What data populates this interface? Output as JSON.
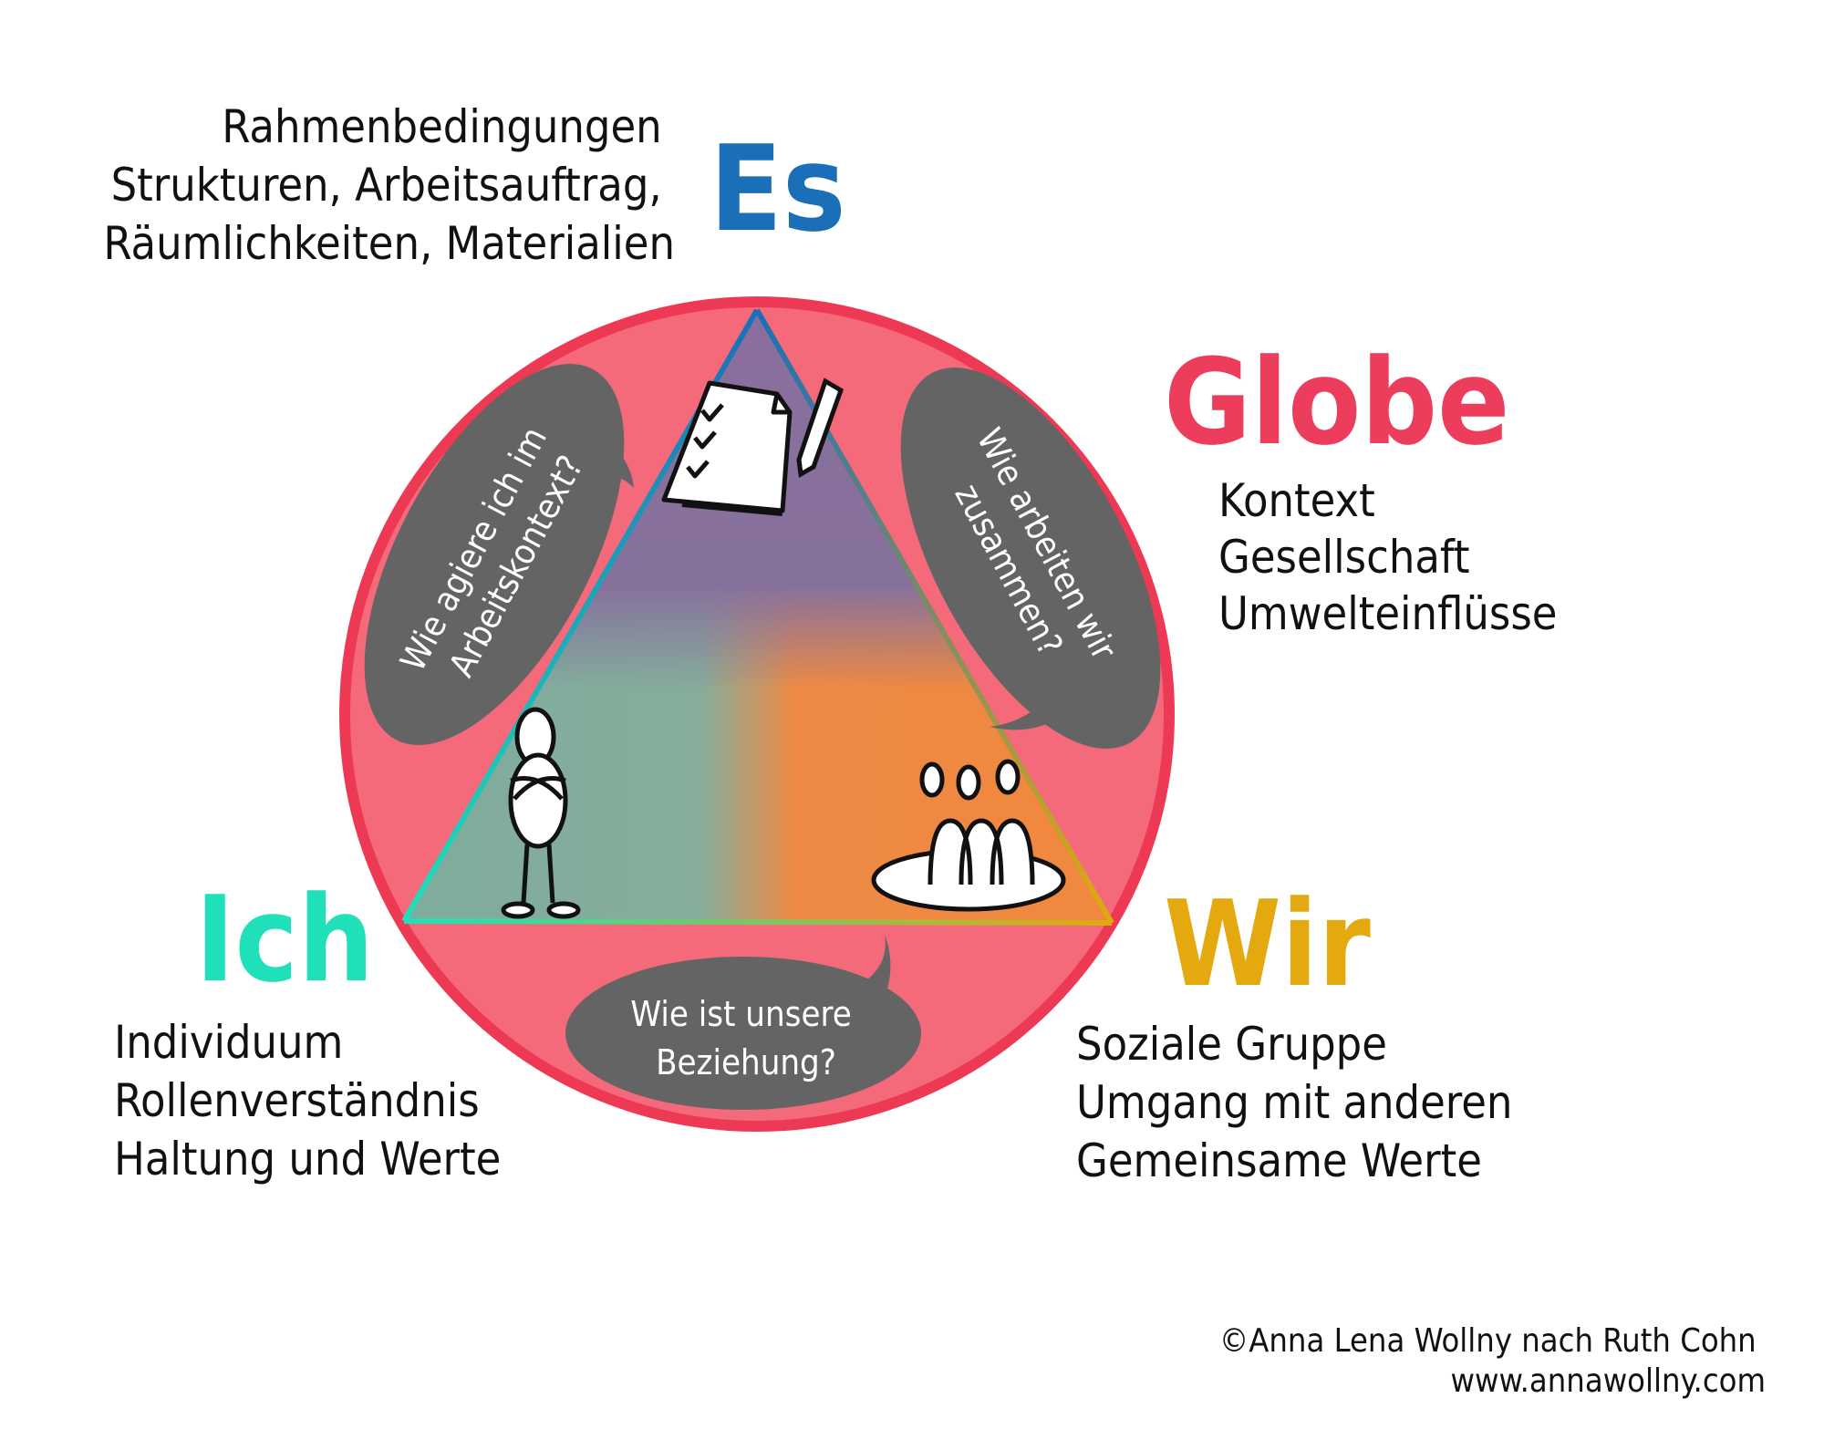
{
  "es": {
    "title": "Es",
    "lines": [
      "Rahmenbedingungen",
      "Strukturen, Arbeitsauftrag,",
      "Räumlichkeiten, Materialien"
    ]
  },
  "globe": {
    "title": "Globe",
    "lines": [
      "Kontext",
      "Gesellschaft",
      "Umwelteinflüsse"
    ]
  },
  "ich": {
    "title": "Ich",
    "lines": [
      "Individuum",
      "Rollenverständnis",
      "Haltung und Werte"
    ]
  },
  "wir": {
    "title": "Wir",
    "lines": [
      "Soziale Gruppe",
      "Umgang mit anderen",
      "Gemeinsame Werte"
    ]
  },
  "bubbles": {
    "left": [
      "Wie agiere ich im",
      "Arbeitskontext?"
    ],
    "right": [
      "Wie arbeiten wir",
      "zusammen?"
    ],
    "bottom": [
      "Wie ist unsere",
      "Beziehung?"
    ]
  },
  "credit": {
    "line1": "©Anna Lena Wollny nach Ruth Cohn",
    "line2": "www.annawollny.com"
  },
  "colors": {
    "es": "#1a6fb8",
    "globe": "#ec3d5c",
    "ich": "#1fe0b8",
    "wir": "#e3a90e",
    "circle_fill": "#f46a7b",
    "circle_stroke": "#ee3954",
    "bubble": "#646464"
  }
}
